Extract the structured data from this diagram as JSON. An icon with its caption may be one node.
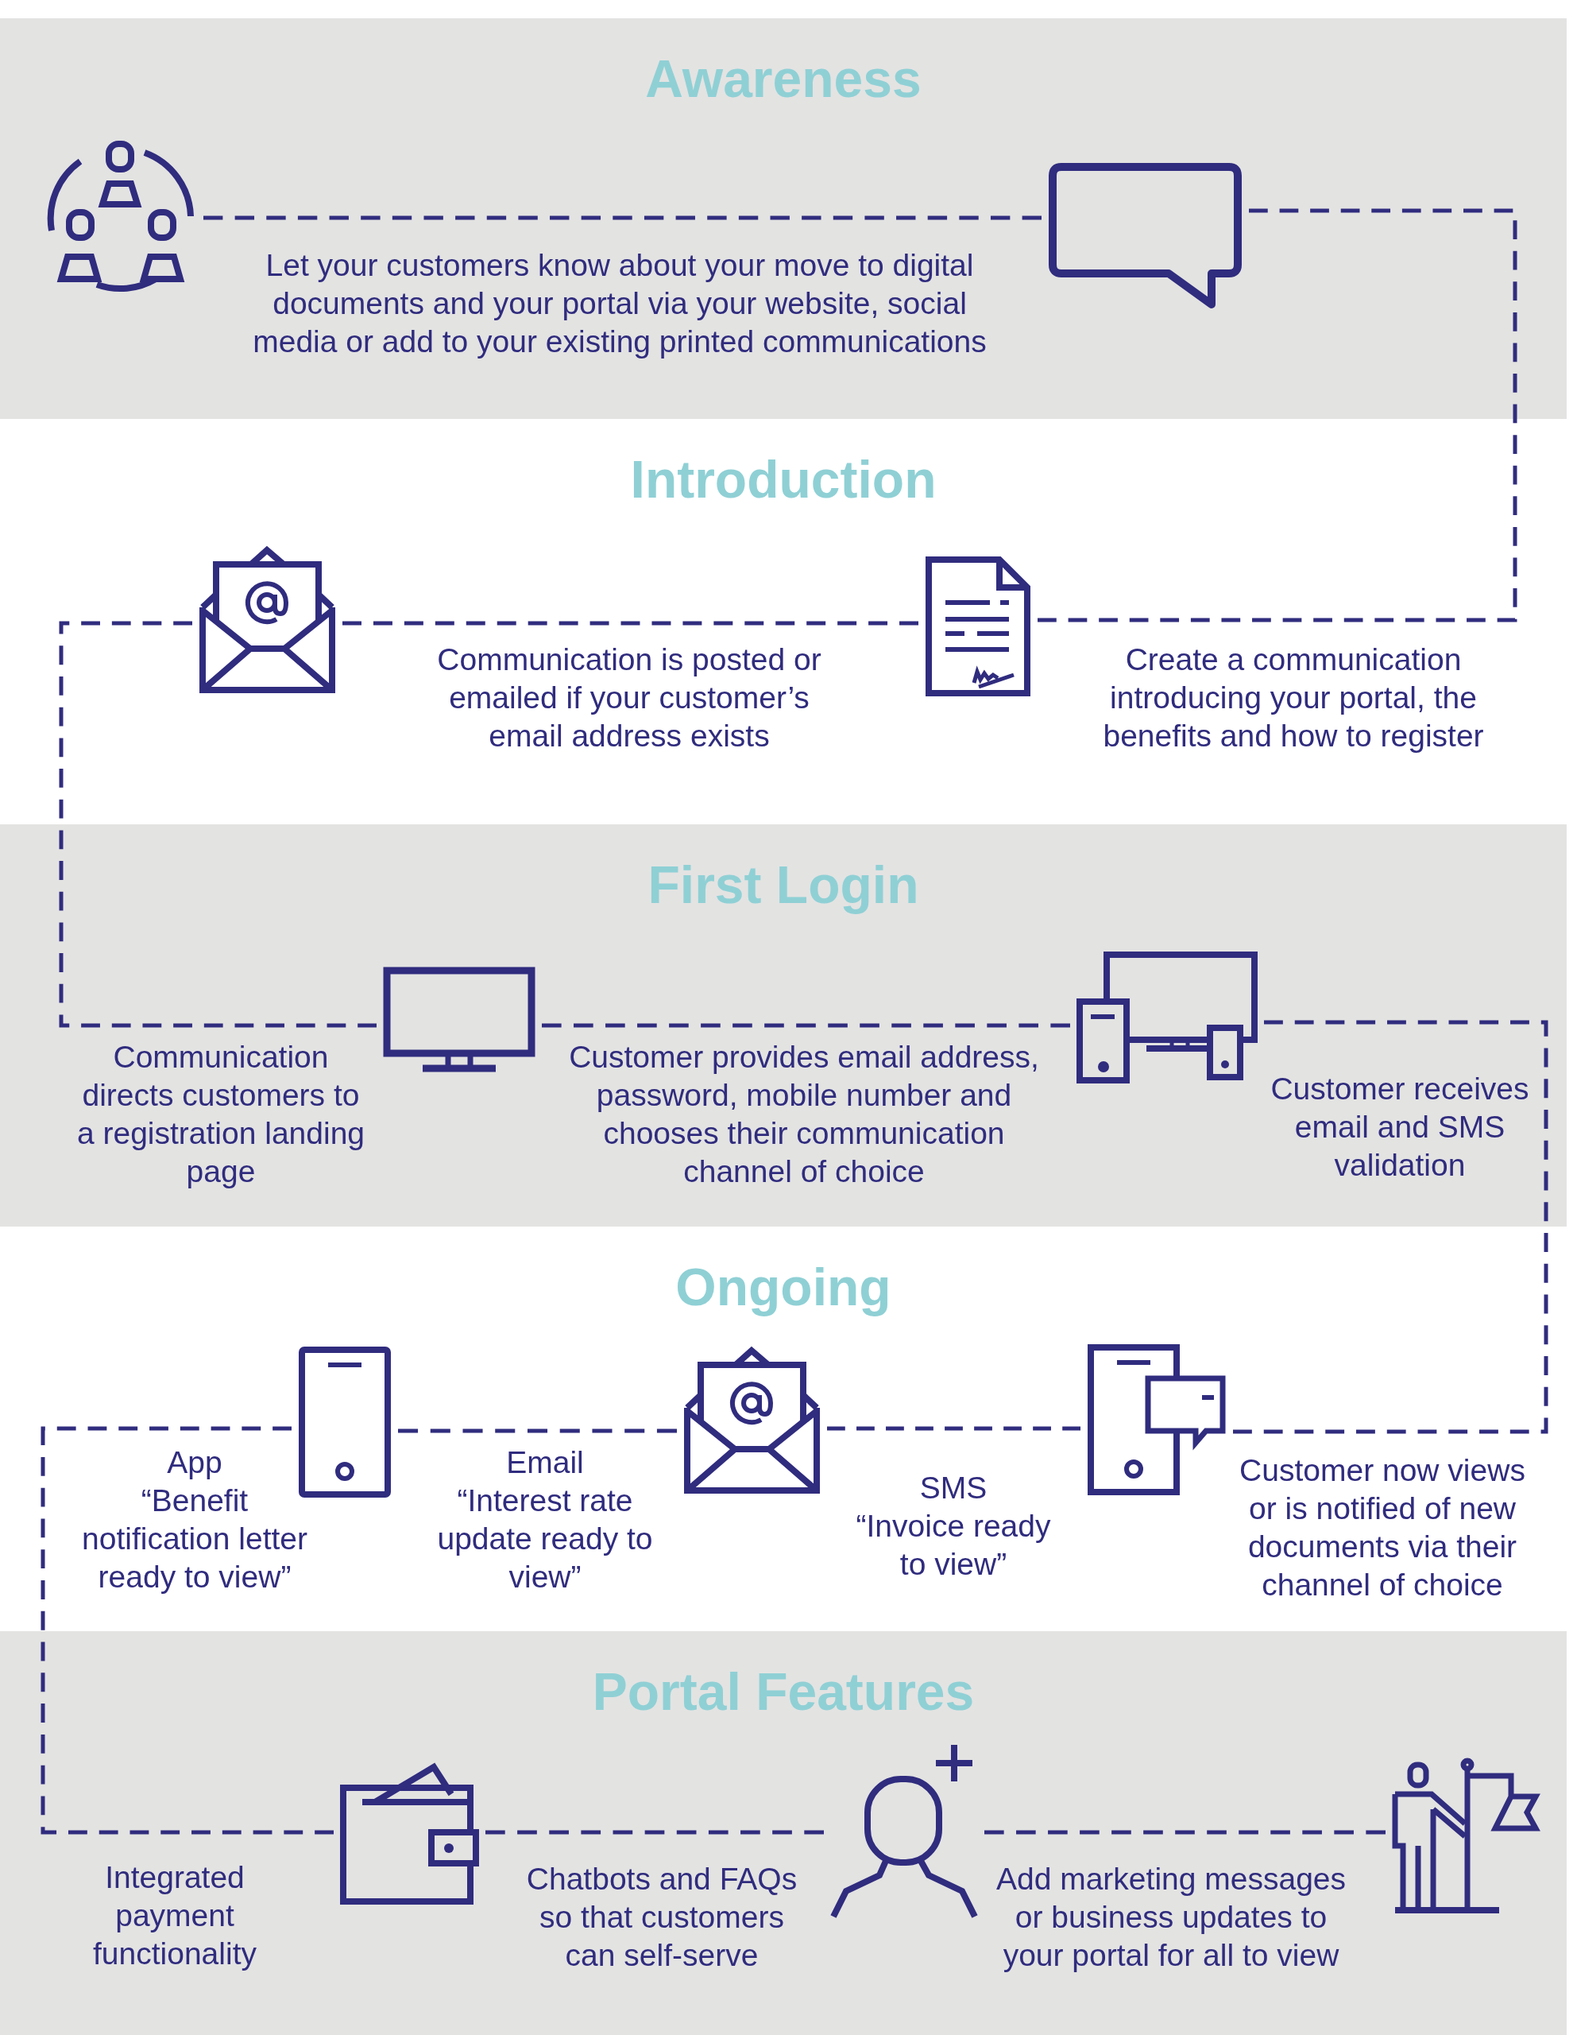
{
  "diagram": {
    "nodes": [
      {
        "text": [
          "Awareness"
        ]
      },
      {
        "text": [],
        "shape": "picture",
        "in": 0
      },
      {
        "text": [],
        "shape": "bubble",
        "in": 0
      },
      {
        "text": [
          "Introduction"
        ]
      },
      {
        "text": [],
        "shape": "picture",
        "in": 3
      },
      {
        "text": [],
        "shape": "picture",
        "in": 3
      },
      {
        "text": [
          "First Login"
        ]
      },
      {
        "text": [],
        "shape": "monitor",
        "in": 6
      },
      {
        "text": [],
        "shape": "picture",
        "in": 6
      },
      {
        "text": [
          "Ongoing"
        ]
      },
      {
        "text": [],
        "shape": "picture",
        "in": 9
      },
      {
        "text": [],
        "shape": "picture",
        "in": 9
      },
      {
        "text": [],
        "shape": "picture",
        "in": 9
      },
      {
        "text": [
          "Portal Features"
        ]
      },
      {
        "text": [],
        "shape": "picture",
        "in": 13
      },
      {
        "text": [],
        "shape": "picture",
        "in": 13
      },
      {
        "text": [],
        "shape": "picture",
        "in": 13
      }
    ],
    "edges": [
      {
        "from": 1,
        "to": 2,
        "arrow": "none",
        "style": "dashed"
      },
      {
        "from": 2,
        "to": 5,
        "arrow": "none",
        "style": "dashed"
      },
      {
        "from": 5,
        "to": 4,
        "arrow": "none",
        "style": "dashed"
      },
      {
        "from": 4,
        "to": 7,
        "arrow": "none",
        "style": "dashed"
      },
      {
        "from": 7,
        "to": 8,
        "arrow": "none",
        "style": "dashed"
      },
      {
        "from": 8,
        "to": 12,
        "arrow": "none",
        "style": "dashed"
      },
      {
        "from": 12,
        "to": 11,
        "arrow": "none",
        "style": "dashed"
      },
      {
        "from": 11,
        "to": 10,
        "arrow": "none",
        "style": "dashed"
      },
      {
        "from": 10,
        "to": 14,
        "arrow": "none",
        "style": "dashed"
      },
      {
        "from": 14,
        "to": 15,
        "arrow": "none",
        "style": "dashed"
      },
      {
        "from": 15,
        "to": 16,
        "arrow": "none",
        "style": "dashed"
      }
    ],
    "labels": [
      "Let your customers know about your move to digital documents and your portal via your website, social media or add to your existing printed communications",
      "Communication is posted or emailed if your customer’s email address exists",
      "Create a communication introducing your portal, the benefits and how to register",
      "Communication directs customers to a registration landing page",
      "Customer provides email address, password, mobile number and chooses their communication channel of choice",
      "Customer receives email and SMS validation",
      "App",
      "“Benefit notification letter ready to view”",
      "Email",
      "“Interest rate update ready to view”",
      "SMS",
      "“Invoice ready to view”",
      "Customer now views or is notified of new documents via their channel of choice",
      "Integrated payment functionality",
      "Chatbots and FAQs so that customers can self-serve",
      "Add marketing messages or business updates to your portal for all to view"
    ]
  }
}
